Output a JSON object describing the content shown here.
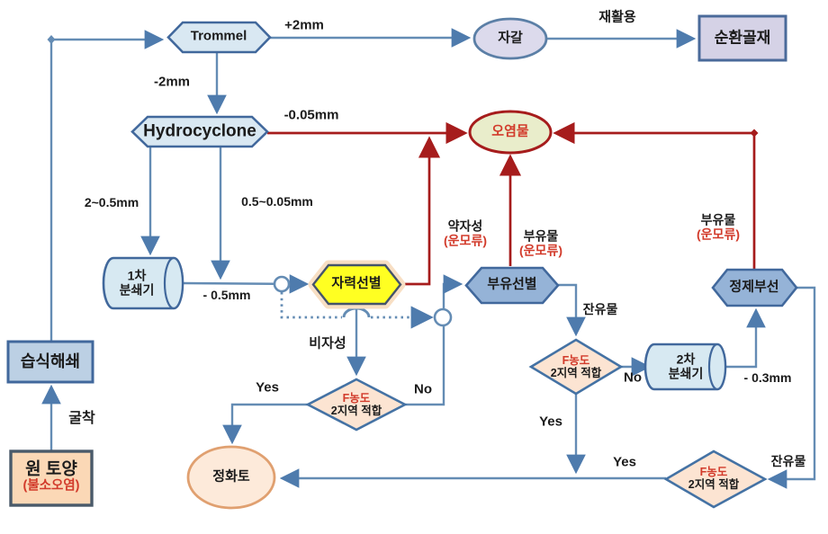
{
  "diagram_title": "Fluorine-contaminated soil remediation process flowchart",
  "colors": {
    "line_blue": "#648cb4",
    "arrow_blue": "#4e7bad",
    "line_red": "#a61c1c",
    "red_text": "#d23b2b",
    "hexagon_light_fill": "#d9e8f2",
    "hexagon_blue_fill": "#95b3d7",
    "magnetic_yellow_fill": "#ffff22",
    "magnetic_glow": "#f8dfc4",
    "gravel_fill": "#dcdaec",
    "recycled_box_fill": "#d5d2e6",
    "contaminant_fill": "#e9edcb",
    "diamond_fill": "#fce4d2",
    "purified_fill": "#fdeada",
    "purified_border": "#e0a070",
    "wet_box_fill": "#bcd0e4",
    "raw_box_fill": "#fbd8b6",
    "cylinder_fill": "#d7e9f2",
    "border_blue": "#41689c",
    "border_dark": "#44546a"
  },
  "nodes": {
    "trommel": "Trommel",
    "gravel": "자갈",
    "recycled_aggregate": "순환골재",
    "hydrocyclone": "Hydrocyclone",
    "contaminant": "오염물",
    "crusher1_line1": "1차",
    "crusher1_line2": "분쇄기",
    "magnetic_separation": "자력선별",
    "flotation": "부유선별",
    "refining_flotation": "정제부선",
    "crusher2_line1": "2차",
    "crusher2_line2": "분쇄기",
    "decision1_line1": "F농도",
    "decision1_line2": "2지역 적합",
    "decision2_line1": "F농도",
    "decision2_line2": "2지역 적합",
    "decision3_line1": "F농도",
    "decision3_line2": "2지역 적합",
    "purified_soil": "정화토",
    "wet_crushing": "습식해쇄",
    "raw_soil_line1": "원 토양",
    "raw_soil_line2": "(불소오염)"
  },
  "edge_labels": {
    "plus_2mm": "+2mm",
    "recycle": "재활용",
    "minus_2mm": "-2mm",
    "minus_005mm": "-0.05mm",
    "size_2_05": "2~0.5mm",
    "size_05_005": "0.5~0.05mm",
    "minus_05mm": "- 0.5mm",
    "weak_magnetic": "약자성",
    "weak_magnetic_sub": "(운모류)",
    "float1": "부유물",
    "float1_sub": "(운모류)",
    "float2": "부유물",
    "float2_sub": "(운모류)",
    "residue1": "잔유물",
    "residue2": "잔유물",
    "nonmagnetic": "비자성",
    "yes1": "Yes",
    "no1": "No",
    "yes2": "Yes",
    "no2": "No",
    "yes3": "Yes",
    "excavation": "굴착",
    "minus_03mm": "- 0.3mm"
  }
}
